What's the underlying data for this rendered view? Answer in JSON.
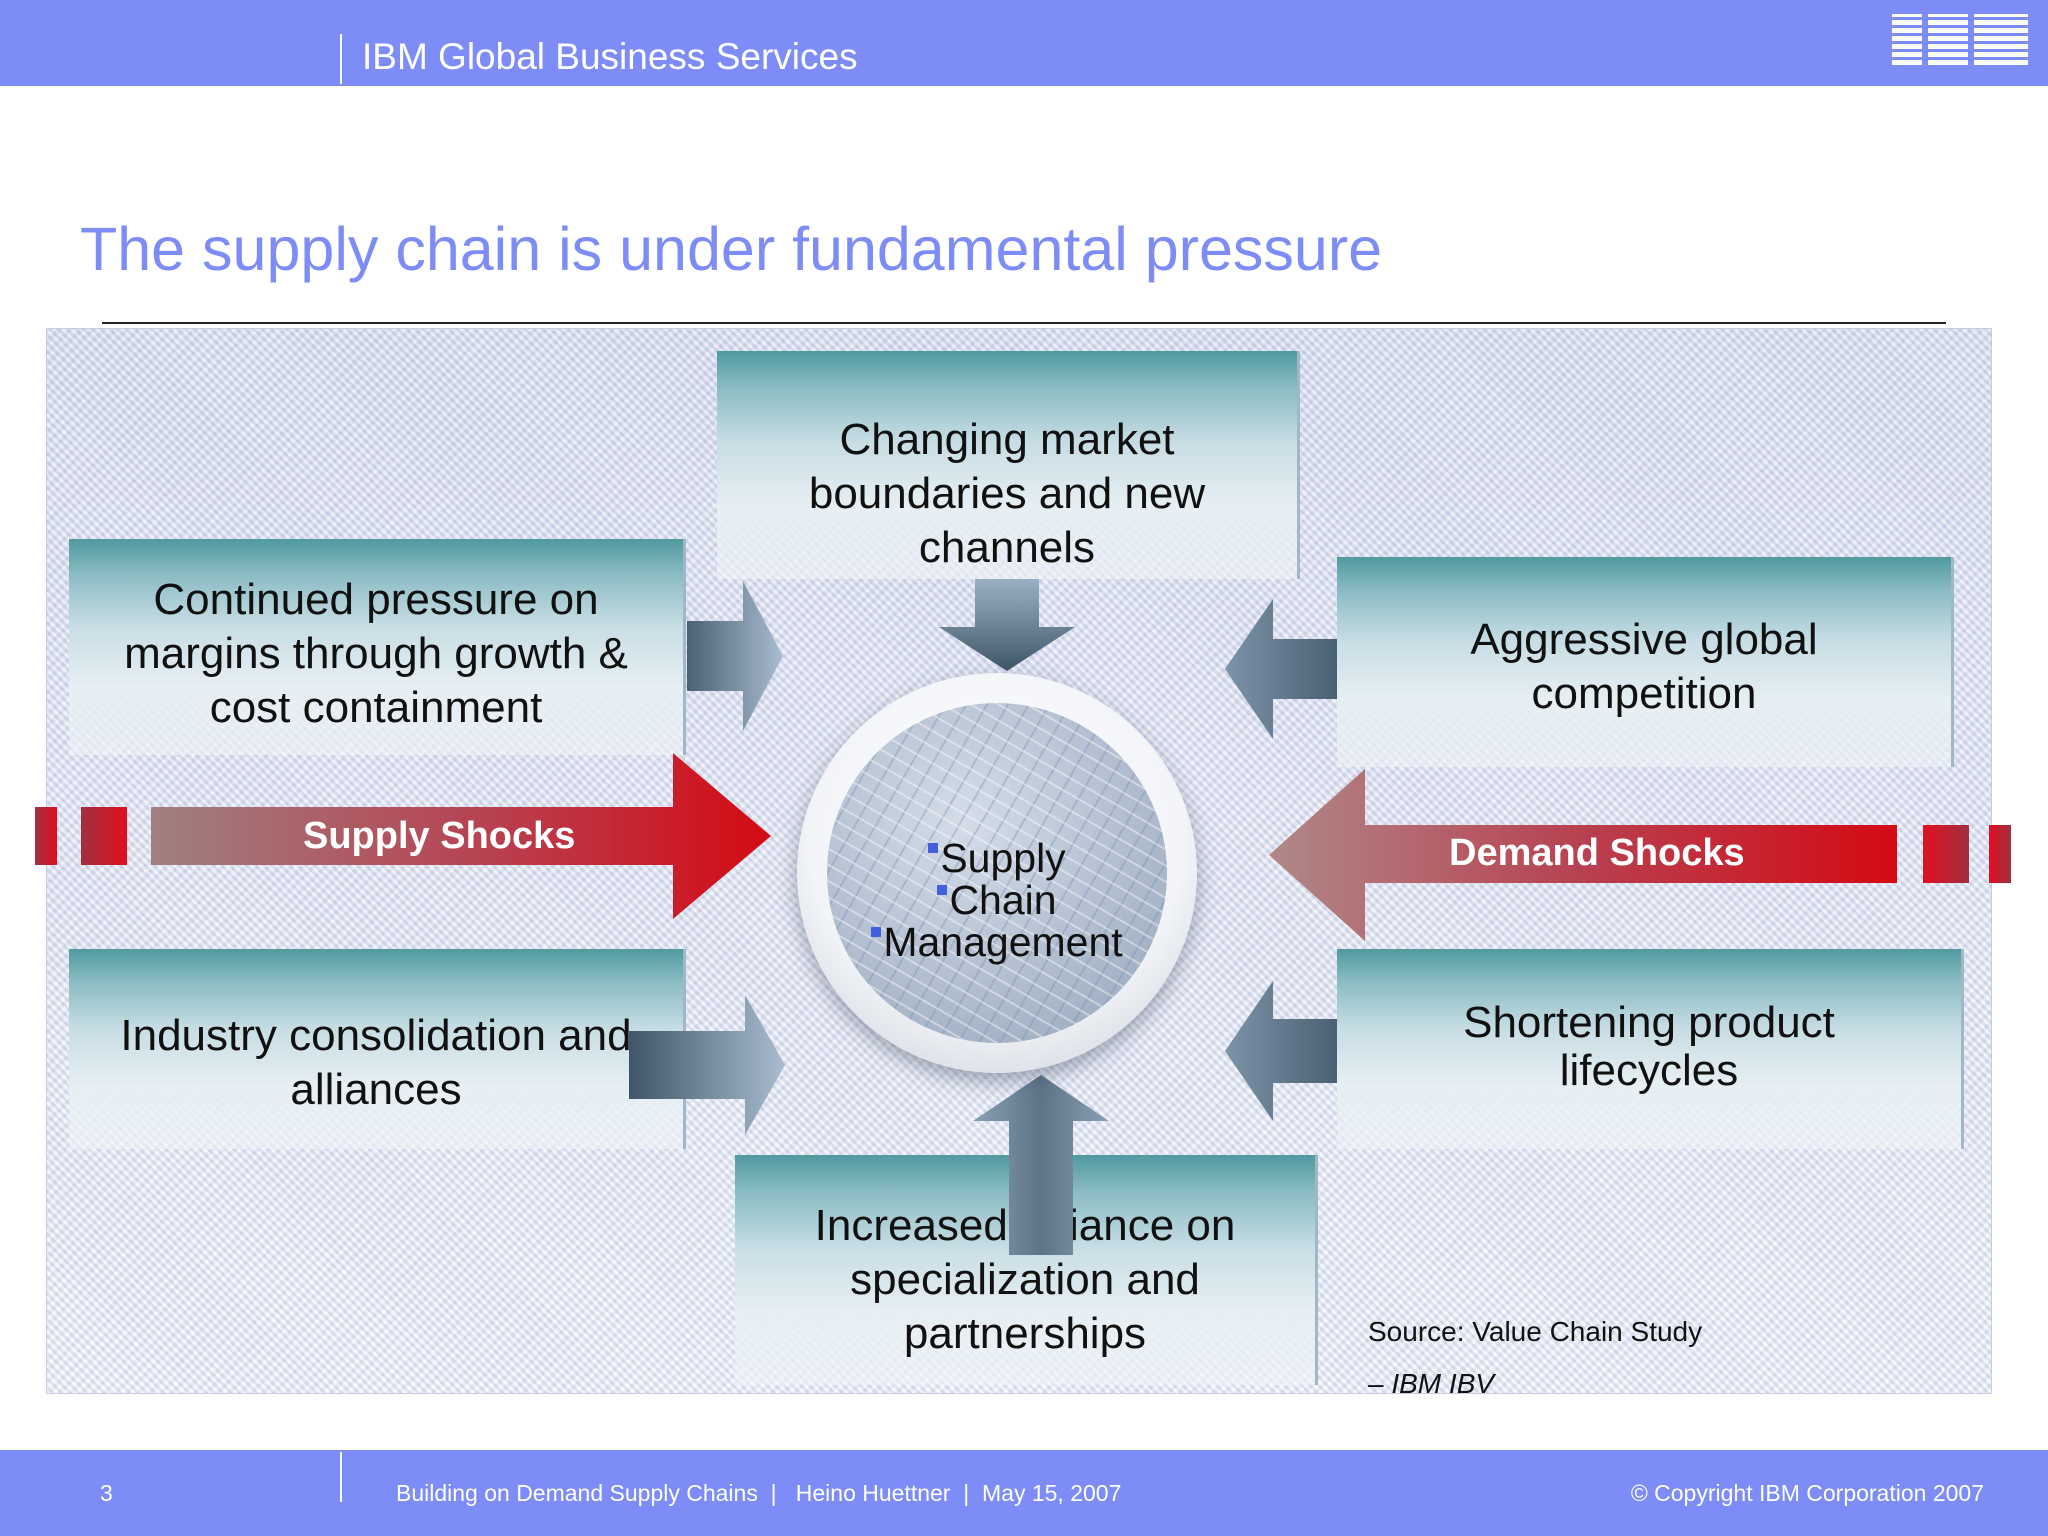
{
  "header": {
    "brand": "IBM Global Business Services",
    "logo_icon": "ibm-logo",
    "color": "#7d8cf7"
  },
  "slide": {
    "title": "The supply chain is under fundamental pressure"
  },
  "diagram": {
    "boxes": {
      "top": "Changing market boundaries and new channels",
      "top_left": "Continued pressure on margins through growth & cost containment",
      "top_right": "Aggressive global competition",
      "bottom_left": "Industry consolidation and alliances",
      "bottom_right": "Shortening product lifecycles",
      "bottom": "Increased reliance on specialization and partnerships"
    },
    "center": {
      "lines": [
        "Supply",
        "Chain",
        "Management"
      ]
    },
    "shocks": {
      "supply": "Supply Shocks",
      "demand": "Demand Shocks",
      "color": "#cc0a16"
    },
    "source": {
      "line1": "Source: Value Chain Study",
      "line2": "– IBM IBV"
    }
  },
  "footer": {
    "page_number": "3",
    "meta": "Building on Demand Supply Chains  |   Heino Huettner  |  May 15, 2007",
    "copyright": "© Copyright IBM Corporation 2007"
  }
}
